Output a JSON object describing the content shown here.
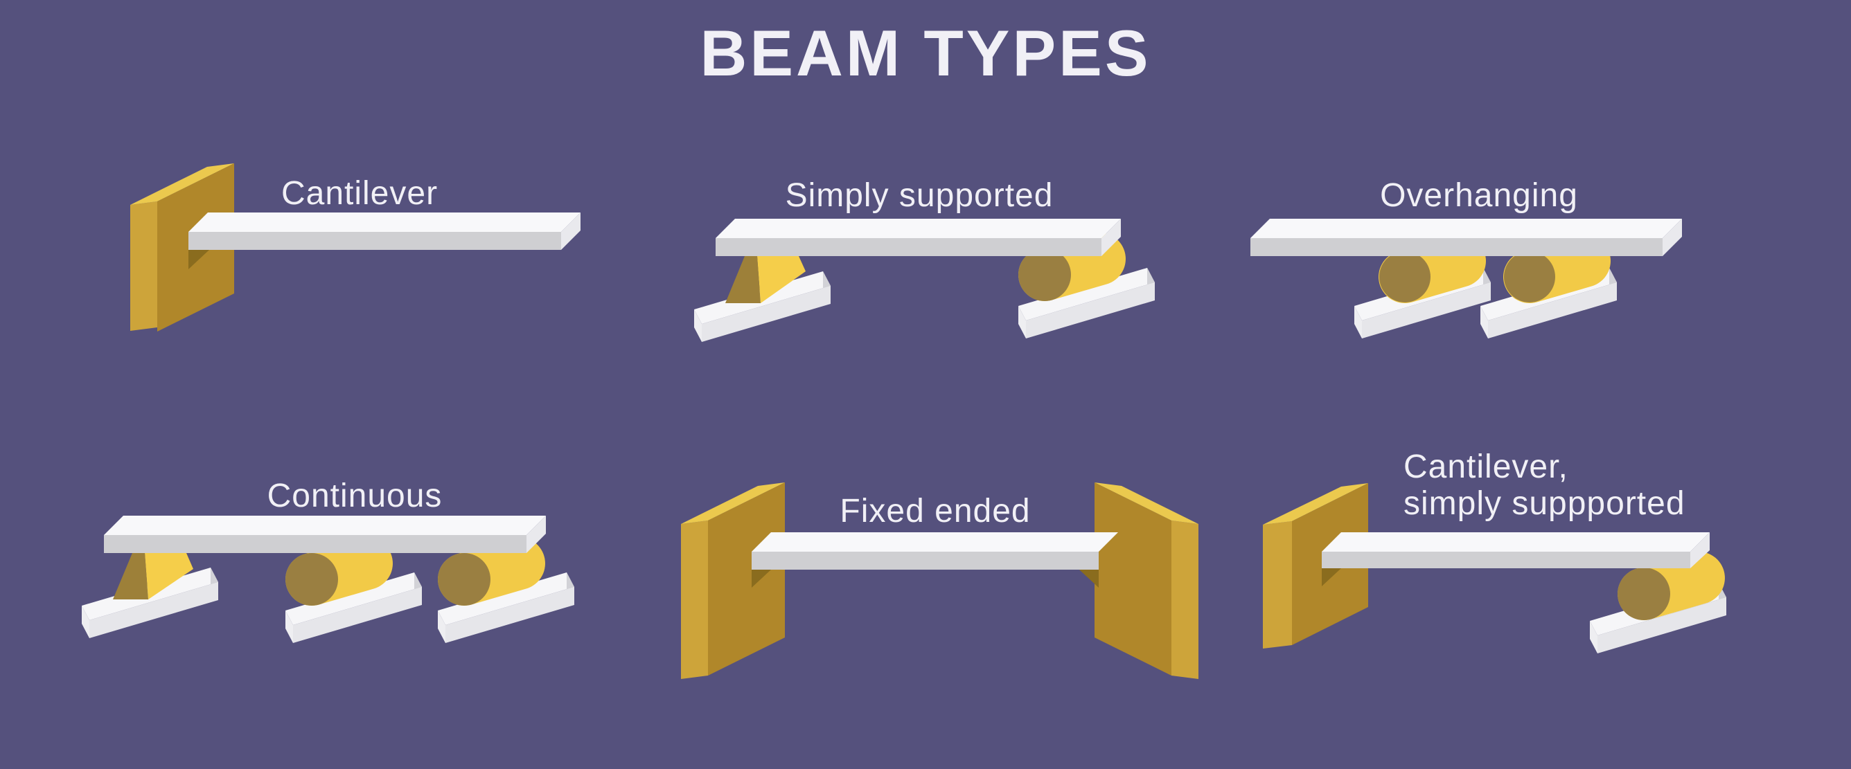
{
  "title": "BEAM TYPES",
  "palette": {
    "bg": "#55517d",
    "text": "#f1f0f6",
    "wall-front": "#b0872a",
    "wall-side": "#cda43a",
    "wall-top": "#ebc94e",
    "beam-top": "#f8f8fa",
    "beam-front": "#cfcfd2",
    "beam-end": "#e9e9ed",
    "plate-top": "#f6f6f8",
    "plate-front": "#e6e6ea",
    "plate-left": "#eeeef1",
    "plate-right": "#d2d2d7",
    "pin-front": "#9d8039",
    "pin-side": "#f5ce4a",
    "roller-face": "#9a7f41",
    "roller-side": "#f2ca47",
    "shadow": "#8a6c1e"
  },
  "figures": [
    {
      "id": "cantilever",
      "label": "Cantilever"
    },
    {
      "id": "simply-supported",
      "label": "Simply supported"
    },
    {
      "id": "overhanging",
      "label": "Overhanging"
    },
    {
      "id": "continuous",
      "label": "Continuous"
    },
    {
      "id": "fixed-ended",
      "label": "Fixed ended"
    },
    {
      "id": "cantilever-simply-supported",
      "label_line1": "Cantilever,",
      "label_line2": "simply suppported"
    }
  ]
}
